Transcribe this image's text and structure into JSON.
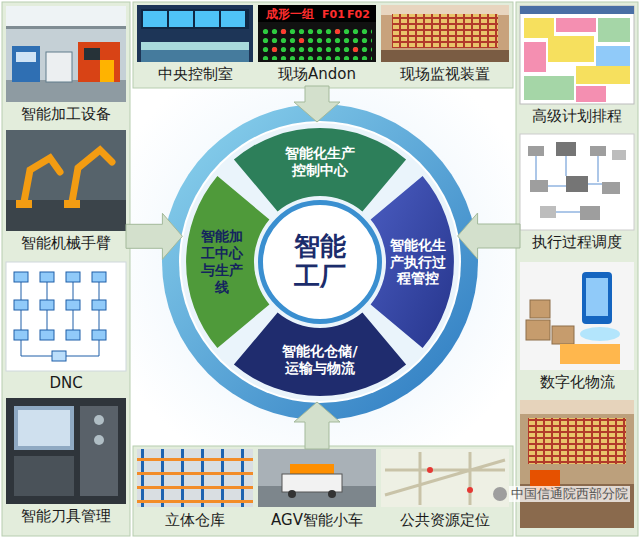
{
  "diagram": {
    "nodes": [
      {
        "text": [
          "智能工厂"
        ]
      },
      {
        "text": [
          "智能化生产控制中心"
        ]
      },
      {
        "text": [
          "智能化生产执行过程管控"
        ]
      },
      {
        "text": [
          "智能化仓储/运输与物流"
        ]
      },
      {
        "text": [
          "智能加工中心与生产线"
        ]
      },
      {
        "text": [
          "中央控制室"
        ]
      },
      {
        "text": [
          "现场Andon"
        ]
      },
      {
        "text": [
          "现场监视装置"
        ]
      },
      {
        "text": [
          "智能加工设备"
        ]
      },
      {
        "text": [
          "智能机械手臂"
        ]
      },
      {
        "text": [
          "DNC"
        ]
      },
      {
        "text": [
          "智能刀具管理"
        ]
      },
      {
        "text": [
          "高级计划排程"
        ]
      },
      {
        "text": [
          "执行过程调度"
        ]
      },
      {
        "text": [
          "数字化物流"
        ]
      },
      {
        "text": [
          "立体仓库"
        ]
      },
      {
        "text": [
          "AGV智能小车"
        ]
      },
      {
        "text": [
          "公共资源定位"
        ]
      }
    ],
    "edges": [
      {
        "from": 6,
        "to": 1,
        "arrow": "to"
      },
      {
        "from": 13,
        "to": 2,
        "arrow": "to"
      },
      {
        "from": 16,
        "to": 3,
        "arrow": "to"
      },
      {
        "from": 9,
        "to": 4,
        "arrow": "to"
      }
    ],
    "labels": [
      "成形一组",
      "F01",
      "F02",
      "中国信通院西部分院"
    ]
  }
}
